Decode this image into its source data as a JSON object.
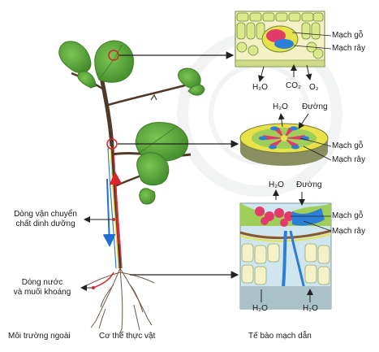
{
  "labels": {
    "leaf_xylem": "Mạch gỗ",
    "leaf_phloem": "Mạch rây",
    "leaf_h2o": "H₂O",
    "leaf_co2": "CO₂",
    "leaf_o2": "O₂",
    "stem_h2o": "H₂O",
    "stem_sugar": "Đường",
    "stem_xylem": "Mạch gỗ",
    "stem_phloem": "Mạch rây",
    "root_h2o": "H₂O",
    "root_sugar": "Đường",
    "root_xylem": "Mạch gỗ",
    "root_phloem": "Mạch rây",
    "root_bottom_h2o_left": "H₂O",
    "root_bottom_h2o_right": "H₂O",
    "nutrient_flow": "Dòng vận chuyển\nchất dinh dưỡng",
    "water_flow": "Dòng nước\nvà muối khoáng",
    "caption_outside": "Môi trường ngoài",
    "caption_plant": "Cơ thể thực vật",
    "caption_cells": "Tế bào mạch dẫn"
  },
  "colors": {
    "leaf": "#5aa63a",
    "leaf_dark": "#3f7d26",
    "stem": "#4f3a2a",
    "xylem": "#e23a6a",
    "phloem": "#2c7ed6",
    "tissue_yellow": "#e7e24a",
    "arrow": "#222222",
    "up_arrow": "#d8262b",
    "down_arrow": "#1f6fd1"
  }
}
